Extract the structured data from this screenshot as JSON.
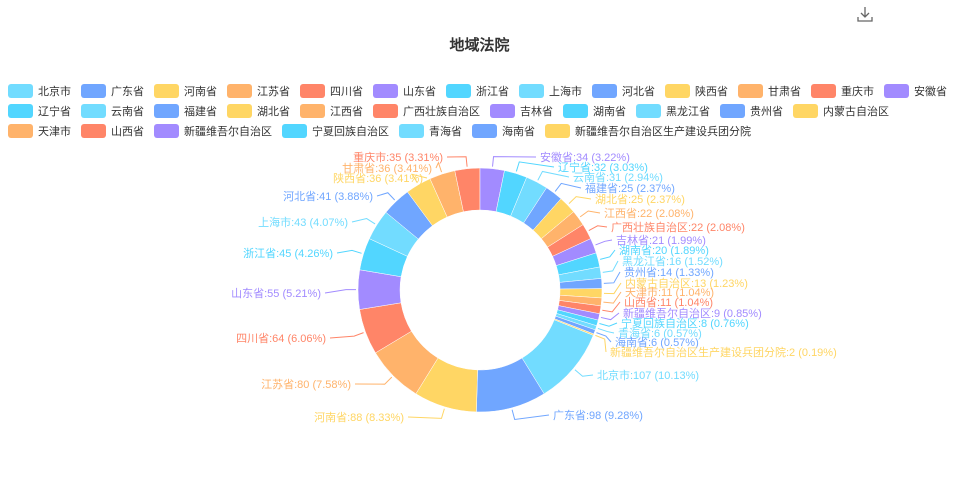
{
  "toolbar": {
    "download_icon": "download-icon"
  },
  "chart_data": {
    "type": "pie",
    "variant": "donut",
    "title": "地域法院",
    "legend_position": "top",
    "palette": [
      "#72dcff",
      "#70a6ff",
      "#ffd664",
      "#ffb36b",
      "#ff8568",
      "#a28bff",
      "#52d6ff"
    ],
    "categories": [
      "北京市",
      "广东省",
      "河南省",
      "江苏省",
      "四川省",
      "山东省",
      "浙江省",
      "上海市",
      "河北省",
      "陕西省",
      "甘肃省",
      "重庆市",
      "安徽省",
      "辽宁省",
      "云南省",
      "福建省",
      "湖北省",
      "江西省",
      "广西壮族自治区",
      "吉林省",
      "湖南省",
      "黑龙江省",
      "贵州省",
      "内蒙古自治区",
      "天津市",
      "山西省",
      "新疆维吾尔自治区",
      "宁夏回族自治区",
      "青海省",
      "海南省",
      "新疆维吾尔自治区生产建设兵团分院"
    ],
    "values": [
      107,
      98,
      88,
      80,
      64,
      55,
      45,
      43,
      41,
      36,
      36,
      35,
      34,
      32,
      31,
      25,
      25,
      22,
      22,
      21,
      20,
      16,
      14,
      13,
      11,
      11,
      9,
      8,
      6,
      6,
      2
    ],
    "percents": [
      "10.13%",
      "9.28%",
      "8.33%",
      "7.58%",
      "6.06%",
      "5.21%",
      "4.26%",
      "4.07%",
      "3.88%",
      "3.41%",
      "3.41%",
      "3.31%",
      "3.22%",
      "3.03%",
      "2.94%",
      "2.37%",
      "2.37%",
      "2.08%",
      "2.08%",
      "1.99%",
      "1.89%",
      "1.52%",
      "1.33%",
      "1.23%",
      "1.04%",
      "1.04%",
      "0.85%",
      "0.76%",
      "0.57%",
      "0.57%",
      "0.19%"
    ]
  }
}
